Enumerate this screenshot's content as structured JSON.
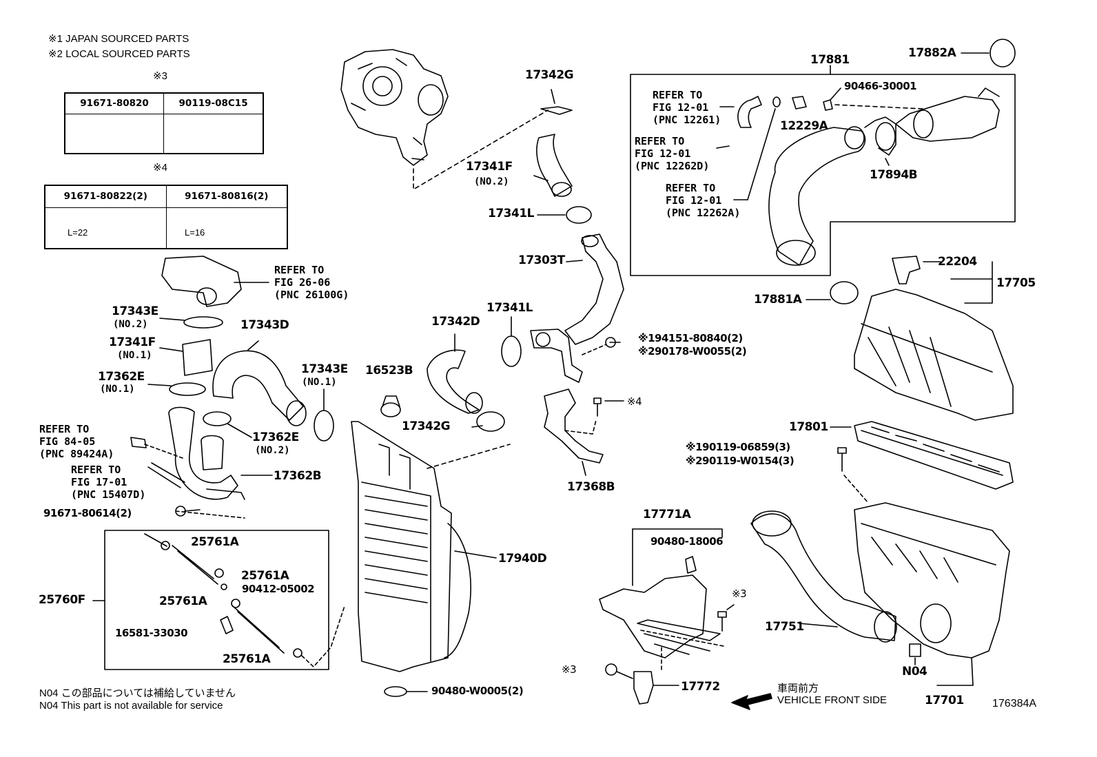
{
  "header": {
    "note1": "※1 JAPAN SOURCED PARTS",
    "note2": "※2 LOCAL SOURCED PARTS"
  },
  "table3": {
    "mark": "※3",
    "col1": "91671-80820",
    "col2": "90119-08C15"
  },
  "table4": {
    "mark": "※4",
    "col1": "91671-80822(2)",
    "col2": "91671-80816(2)",
    "len1": "L=22",
    "len2": "L=16"
  },
  "labels": {
    "p17342G_top": "17342G",
    "p17341F_top": "17341F",
    "p17341F_top_sub": "(NO.2)",
    "p17341L_top": "17341L",
    "p17303T": "17303T",
    "p17341L_mid": "17341L",
    "p17342D": "17342D",
    "p16523B": "16523B",
    "p17342G_mid": "17342G",
    "p17368B": "17368B",
    "p17343E_top": "17343E",
    "p17343E_top_sub": "(NO.2)",
    "p17341F_left": "17341F",
    "p17341F_left_sub": "(NO.1)",
    "p17362E_left": "17362E",
    "p17362E_left_sub": "(NO.1)",
    "p17343D": "17343D",
    "p17343E_mid": "17343E",
    "p17343E_mid_sub": "(NO.1)",
    "p17362E_mid": "17362E",
    "p17362E_mid_sub": "(NO.2)",
    "p17362B": "17362B",
    "p91671_80614": "91671-80614(2)",
    "p25761A_1": "25761A",
    "p25761A_2": "25761A",
    "p90412": "90412-05002",
    "p25761A_3": "25761A",
    "p16581": "16581-33030",
    "p25761A_4": "25761A",
    "p25760F": "25760F",
    "p17940D": "17940D",
    "p90480_W0005": "90480-W0005(2)",
    "p17881": "17881",
    "p17882A": "17882A",
    "p90466": "90466-30001",
    "p12229A": "12229A",
    "p17894B": "17894B",
    "p22204": "22204",
    "p17705": "17705",
    "p17881A": "17881A",
    "p194151": "※194151-80840(2)",
    "p290178": "※290178-W0055(2)",
    "p_mark4": "※4",
    "p17801": "17801",
    "p190119": "※190119-06859(3)",
    "p290119": "※290119-W0154(3)",
    "p17771A": "17771A",
    "p90480_18006": "90480-18006",
    "p_mark3a": "※3",
    "p_mark3b": "※3",
    "p17772": "17772",
    "p17751": "17751",
    "pN04": "N04",
    "p17701": "17701"
  },
  "refs": {
    "ref_26_06": "REFER TO\nFIG 26-06\n(PNC 26100G)",
    "ref_84_05": "REFER TO\nFIG 84-05\n(PNC 89424A)",
    "ref_17_01": "REFER TO\nFIG 17-01\n(PNC 15407D)",
    "ref_12261": "REFER TO\nFIG 12-01\n(PNC 12261)",
    "ref_12262D": "REFER TO\nFIG 12-01\n(PNC 12262D)",
    "ref_12262A": "REFER TO\nFIG 12-01\n(PNC 12262A)"
  },
  "footer": {
    "n04_jp": "N04  この部品については補給していません",
    "n04_en": "N04  This part is not available for service",
    "direction_jp": "車両前方",
    "direction_en": "VEHICLE FRONT SIDE",
    "figure_id": "176384A"
  }
}
